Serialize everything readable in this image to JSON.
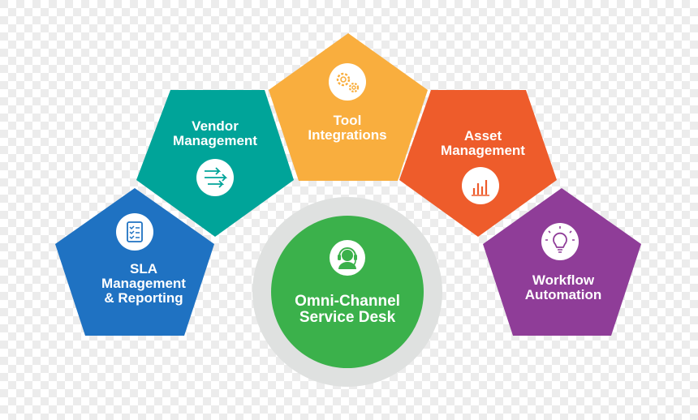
{
  "colors": {
    "background_checker_light": "#ffffff",
    "background_checker_dark": "#e9e9e9",
    "sla": "#1f72c2",
    "vendor": "#00a499",
    "tool": "#f9ae3e",
    "asset": "#ee5c2b",
    "workflow": "#8f3d98",
    "center_fill": "#3bb14b",
    "center_ring": "#dfe1e0",
    "icon_bg": "#ffffff"
  },
  "center": {
    "line1": "Omni-Channel",
    "line2": "Service Desk",
    "icon": "headset-agent-icon"
  },
  "segments": [
    {
      "id": "sla",
      "line1": "SLA",
      "line2": "Management",
      "line3": "& Reporting",
      "icon": "checklist-icon"
    },
    {
      "id": "vendor",
      "line1": "Vendor",
      "line2": "Management",
      "icon": "exchange-arrows-icon"
    },
    {
      "id": "tool",
      "line1": "Tool",
      "line2": "Integrations",
      "icon": "gears-icon"
    },
    {
      "id": "asset",
      "line1": "Asset",
      "line2": "Management",
      "icon": "bar-chart-icon"
    },
    {
      "id": "workflow",
      "line1": "Workflow",
      "line2": "Automation",
      "icon": "lightbulb-icon"
    }
  ]
}
